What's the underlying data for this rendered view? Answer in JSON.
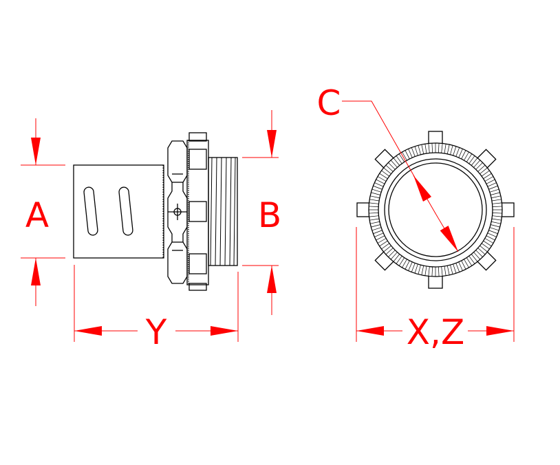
{
  "labels": {
    "a": "A",
    "b": "B",
    "c": "C",
    "y": "Y",
    "xz": "X,Z"
  },
  "colors": {
    "dimension": "#ff0000",
    "outline": "#000000"
  }
}
